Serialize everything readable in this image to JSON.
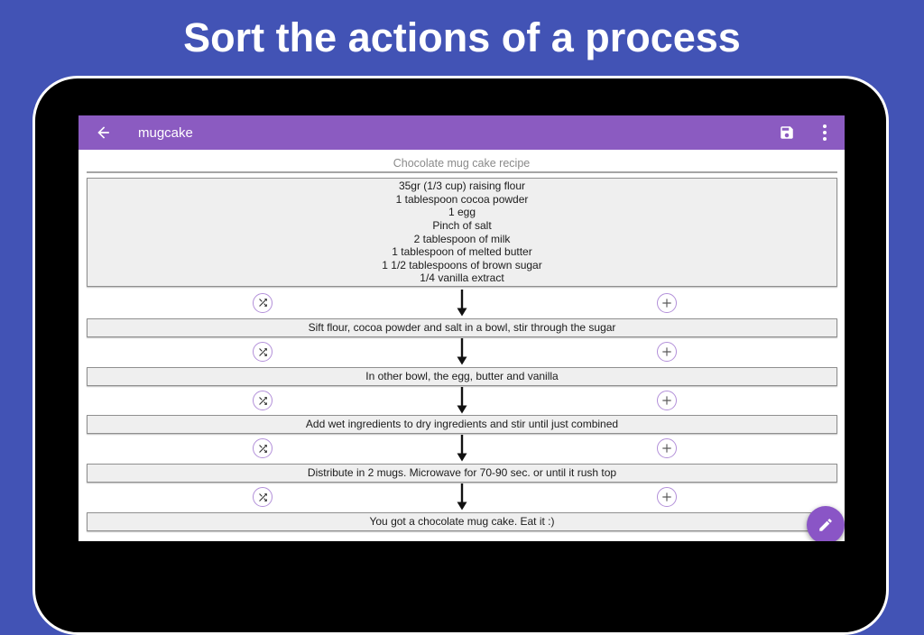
{
  "banner": {
    "title": "Sort the actions of a process"
  },
  "colors": {
    "background_blue": "#4253b5",
    "toolbar_purple": "#8b5bc1",
    "fab_purple": "#8a55c6",
    "circle_outline_purple": "#b28fd9",
    "box_fill": "#efefef",
    "box_border": "#8f8f8f"
  },
  "app": {
    "toolbar": {
      "title": "mugcake",
      "icons": {
        "back": "arrow-left-icon",
        "save": "floppy-disk-icon",
        "menu": "overflow-dots-icon"
      }
    },
    "process": {
      "title": "Chocolate mug cake recipe",
      "ingredients": [
        "35gr (1/3 cup) raising flour",
        "1 tablespoon cocoa powder",
        "1 egg",
        "Pinch of salt",
        "2 tablespoon of milk",
        "1 tablespoon of melted butter",
        "1 1/2 tablespoons of brown sugar",
        "1/4 vanilla extract"
      ],
      "steps": [
        "Sift flour, cocoa powder and salt in a bowl, stir through the sugar",
        "In other bowl, the egg, butter and vanilla",
        "Add wet ingredients to dry ingredients and stir until just combined",
        "Distribute in 2 mugs. Microwave for 70-90 sec. or until it rush top",
        "You got a chocolate mug cake. Eat it :)"
      ],
      "connector_icons": {
        "left": "shuffle-icon",
        "center": "arrow-down-icon",
        "right": "plus-icon"
      }
    },
    "fab": {
      "icon": "pencil-icon"
    }
  }
}
